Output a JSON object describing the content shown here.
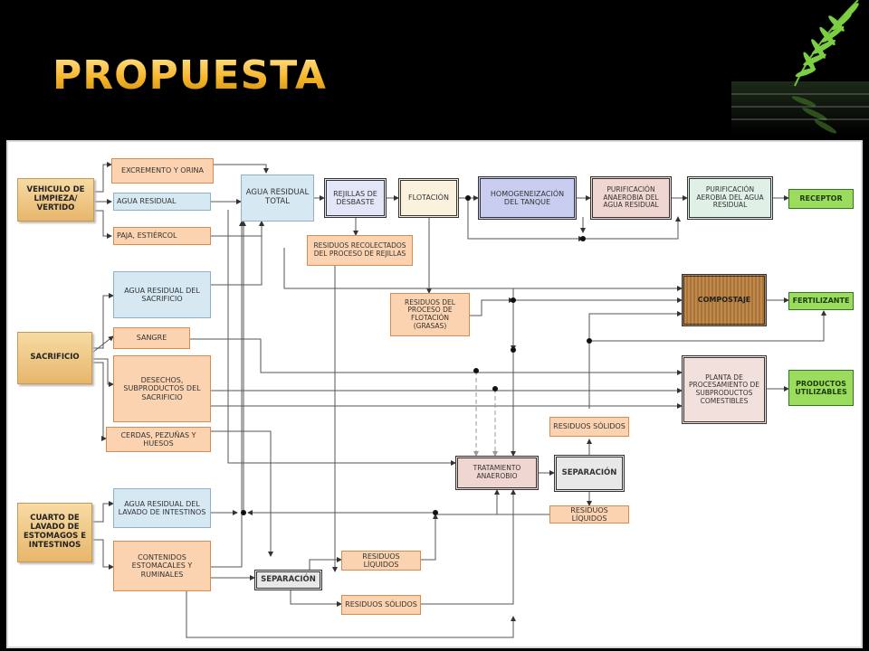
{
  "slide": {
    "title": "PROPUESTA"
  },
  "diagram": {
    "sources": {
      "vehiculo": "VEHICULO DE LIMPIEZA/ VERTIDO",
      "sacrificio": "SACRIFICIO",
      "cuarto": "CUARTO DE LAVADO DE ESTOMAGOS E INTESTINOS"
    },
    "inputs": {
      "excremento": "EXCREMENTO Y ORINA",
      "agua_residual": "AGUA RESIDUAL",
      "paja": "PAJA, ESTIÉRCOL",
      "agua_sacrificio": "AGUA RESIDUAL DEL SACRIFICIO",
      "sangre": "SANGRE",
      "desechos": "DESECHOS, SUBPRODUCTOS DEL SACRIFICIO",
      "cerdas": "CERDAS, PEZUÑAS Y HUESOS",
      "agua_intestinos": "AGUA RESIDUAL DEL LAVADO DE INTESTINOS",
      "contenidos": "CONTENIDOS ESTOMACALES Y RUMINALES"
    },
    "process": {
      "agua_total": "AGUA RESIDUAL TOTAL",
      "rejillas": "REJILLAS DE DESBASTE",
      "flotacion": "FLOTACIÓN",
      "homogeneizacion": "HOMOGENEIZACIÓN DEL TANQUE",
      "anaerobia": "PURIFICACIÓN ANAEROBIA DEL AGUA RESIDUAL",
      "aerobia": "PURIFICACIÓN AEROBIA DEL AGUA RESIDUAL",
      "residuos_rejillas": "RESIDUOS RECOLECTADOS DEL PROCESO DE REJILLAS",
      "residuos_flotacion": "RESIDUOS DEL PROCESO DE FLOTACIÓN (GRASAS)",
      "compostaje": "COMPOSTAJE",
      "planta": "PLANTA DE PROCESAMIENTO DE SUBPRODUCTOS COMESTIBLES",
      "tratamiento": "TRATAMIENTO ANAEROBIO",
      "separacion_1": "SEPARACIÓN",
      "residuos_solidos_1": "RESIDUOS SÓLIDOS",
      "residuos_liquidos_1": "RESIDUOS LÍQUIDOS",
      "separacion_2": "SEPARACIÓN",
      "residuos_liquidos_2": "RESIDUOS LÍQUIDOS",
      "residuos_solidos_2": "RESIDUOS SÓLIDOS"
    },
    "outputs": {
      "receptor": "RECEPTOR",
      "fertilizante": "FERTILIZANTE",
      "productos": "PRODUCTOS UTILIZABLES"
    }
  }
}
